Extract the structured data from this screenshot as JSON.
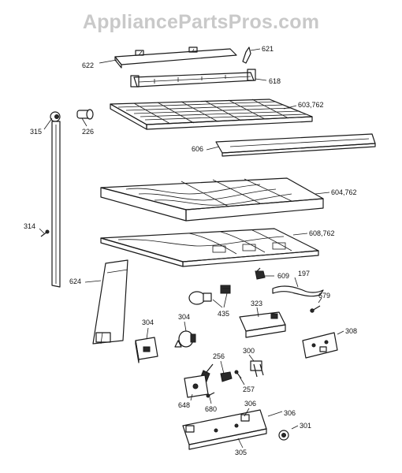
{
  "watermark": "AppliancePartsPros.com",
  "callouts": [
    {
      "id": "622",
      "text": "622"
    },
    {
      "id": "621",
      "text": "621"
    },
    {
      "id": "618",
      "text": "618"
    },
    {
      "id": "603",
      "text": "603,762"
    },
    {
      "id": "315",
      "text": "315"
    },
    {
      "id": "226",
      "text": "226"
    },
    {
      "id": "606",
      "text": "606"
    },
    {
      "id": "604",
      "text": "604,762"
    },
    {
      "id": "314",
      "text": "314"
    },
    {
      "id": "608",
      "text": "608,762"
    },
    {
      "id": "624",
      "text": "624"
    },
    {
      "id": "609",
      "text": "609"
    },
    {
      "id": "197",
      "text": "197"
    },
    {
      "id": "679",
      "text": "679"
    },
    {
      "id": "435",
      "text": "435"
    },
    {
      "id": "323",
      "text": "323"
    },
    {
      "id": "304a",
      "text": "304"
    },
    {
      "id": "304b",
      "text": "304"
    },
    {
      "id": "308",
      "text": "308"
    },
    {
      "id": "256",
      "text": "256"
    },
    {
      "id": "300",
      "text": "300"
    },
    {
      "id": "257",
      "text": "257"
    },
    {
      "id": "648",
      "text": "648"
    },
    {
      "id": "680",
      "text": "680"
    },
    {
      "id": "306a",
      "text": "306"
    },
    {
      "id": "306b",
      "text": "306"
    },
    {
      "id": "301",
      "text": "301"
    },
    {
      "id": "305",
      "text": "305"
    }
  ]
}
